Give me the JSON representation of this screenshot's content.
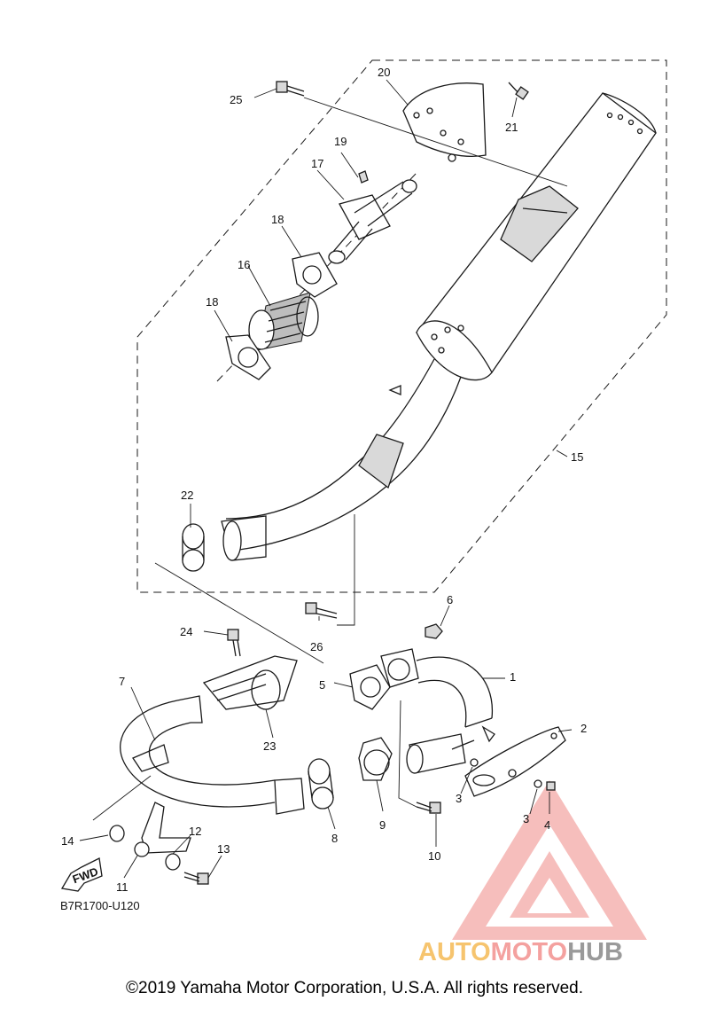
{
  "diagram": {
    "code": "B7R1700-U120",
    "fwd_label": "FWD",
    "copyright": "©2019 Yamaha Motor Corporation, U.S.A. All rights reserved.",
    "callouts": [
      "1",
      "2",
      "3",
      "3",
      "4",
      "4",
      "5",
      "6",
      "7",
      "8",
      "9",
      "10",
      "11",
      "12",
      "13",
      "14",
      "15",
      "16",
      "17",
      "18",
      "18",
      "19",
      "20",
      "21",
      "22",
      "23",
      "24",
      "25",
      "26"
    ]
  },
  "watermark": {
    "part1": "AUTO",
    "part2": "MOTO",
    "part3": "HUB",
    "colors": {
      "auto": "#f6c46e",
      "moto": "#f4a19f",
      "hub": "#9a9a9a",
      "triangle": "#f08a86"
    }
  }
}
